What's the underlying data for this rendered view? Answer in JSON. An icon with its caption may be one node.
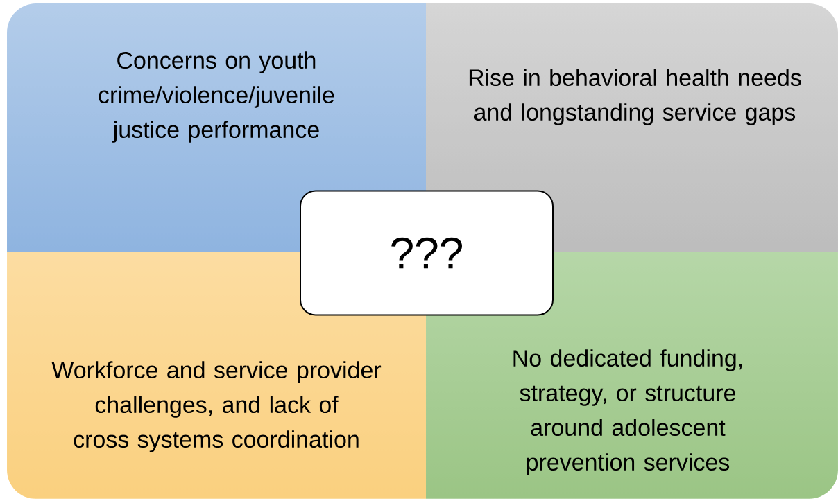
{
  "diagram": {
    "nodes": [
      {
        "text": [
          "Concerns on youth crime/violence/juvenile justice performance"
        ]
      },
      {
        "text": [
          "Rise in behavioral health needs and longstanding service gaps"
        ]
      },
      {
        "text": [
          "???"
        ]
      },
      {
        "text": [
          "Workforce and service provider challenges, and lack of cross systems coordination"
        ]
      },
      {
        "text": [
          "No dedicated funding, strategy, or structure around adolescent prevention services"
        ]
      }
    ]
  }
}
